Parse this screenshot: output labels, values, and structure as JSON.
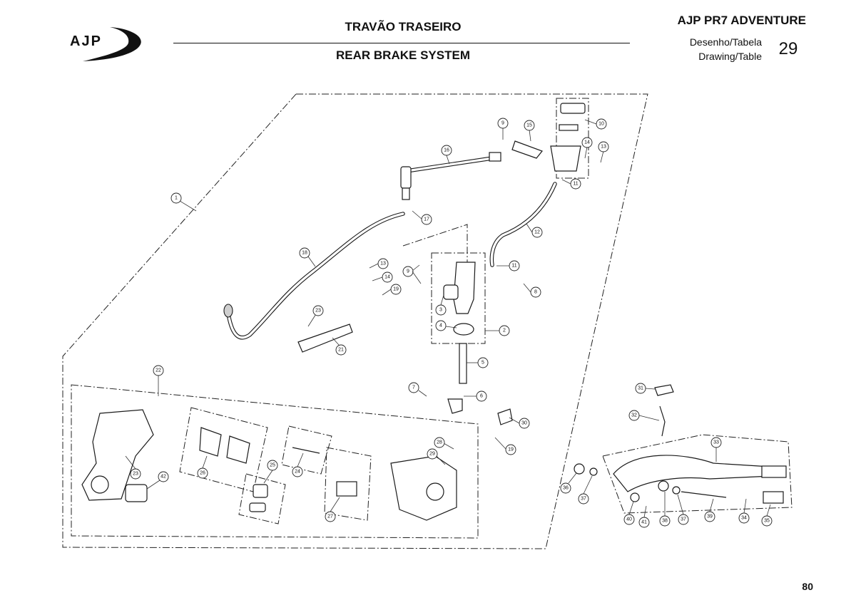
{
  "brand": {
    "name": "AJP"
  },
  "header": {
    "title_pt": "TRAVÃO TRASEIRO",
    "title_en": "REAR BRAKE SYSTEM",
    "model": "AJP PR7 ADVENTURE",
    "label_pt": "Desenho/Tabela",
    "label_en": "Drawing/Table",
    "sheet_number": "29"
  },
  "page_number": "80",
  "callouts": [
    "1",
    "2",
    "3",
    "4",
    "5",
    "6",
    "7",
    "8",
    "9",
    "10",
    "11",
    "12",
    "13",
    "14",
    "15",
    "16",
    "17",
    "18",
    "19",
    "21",
    "22",
    "23",
    "24",
    "25",
    "26",
    "27",
    "28",
    "29",
    "30",
    "31",
    "32",
    "33",
    "34",
    "35",
    "36",
    "37",
    "38",
    "39",
    "40",
    "41",
    "42"
  ]
}
